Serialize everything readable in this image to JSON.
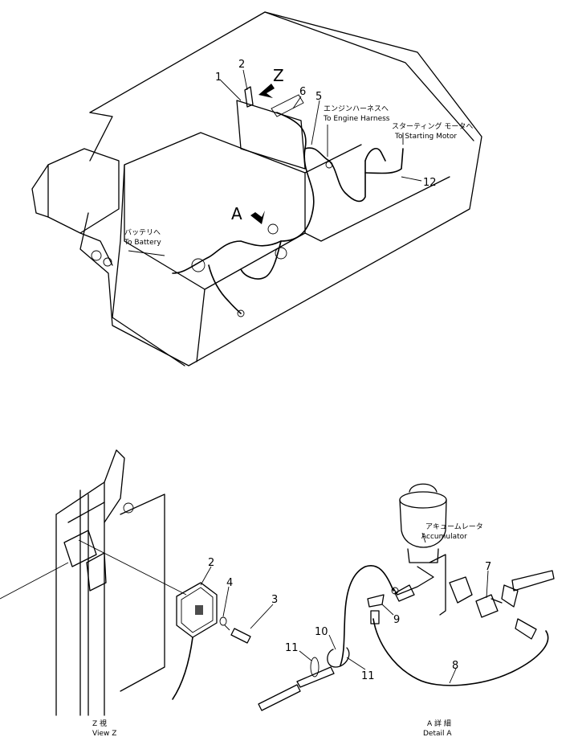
{
  "top_diagram": {
    "callouts": {
      "c1": "1",
      "c2": "2",
      "c5": "5",
      "c6": "6",
      "c12": "12"
    },
    "view_markers": {
      "z": "Z",
      "a": "A"
    },
    "labels": {
      "engine_harness_jp": "エンジンハーネスへ",
      "engine_harness_en": "To Engine Harness",
      "starting_motor_jp": "スターティング モータへ",
      "starting_motor_en": "To Starting Motor",
      "battery_jp": "バッテリへ",
      "battery_en": "To Battery"
    }
  },
  "view_z": {
    "callouts": {
      "c2": "2",
      "c3": "3",
      "c4": "4"
    },
    "caption_jp": "Z 視",
    "caption_en": "View Z"
  },
  "detail_a": {
    "callouts": {
      "c7": "7",
      "c8": "8",
      "c9": "9",
      "c10": "10",
      "c11a": "11",
      "c11b": "11"
    },
    "accumulator_jp": "アキュームレータ",
    "accumulator_en": "Accumulator",
    "caption_jp": "A 詳 細",
    "caption_en": "Detail A"
  }
}
